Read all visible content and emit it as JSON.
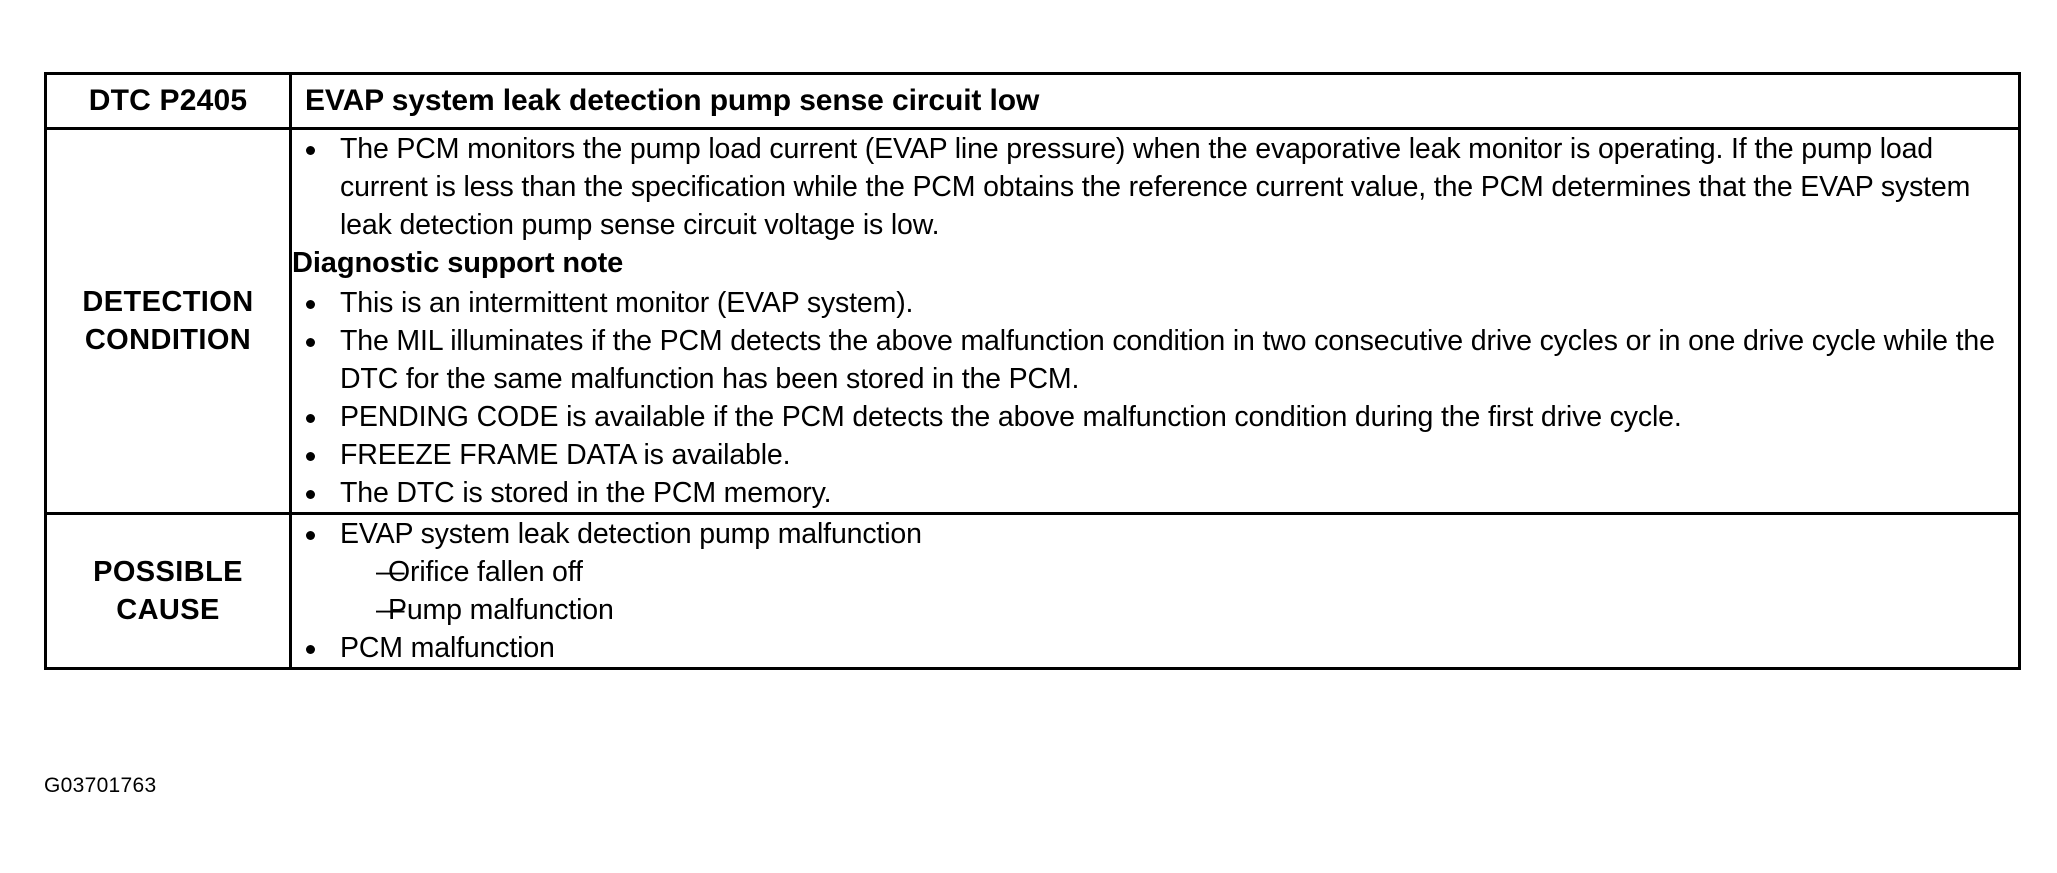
{
  "document": {
    "scan_code": "G03701763"
  },
  "table": {
    "header": {
      "code_label": "DTC P2405",
      "title": "EVAP system leak detection pump sense circuit low"
    },
    "rows": [
      {
        "label": "DETECTION\nCONDITION",
        "label_line1": "DETECTION",
        "label_line2": "CONDITION",
        "intro_bullets": [
          "The PCM monitors the pump load current (EVAP line pressure) when the evaporative leak monitor is operating. If the pump load current is less than the specification while the PCM obtains the reference current value, the PCM determines that the EVAP system leak detection pump sense circuit voltage is low."
        ],
        "sub_heading": "Diagnostic support note",
        "note_bullets": [
          "This is an intermittent monitor (EVAP system).",
          "The MIL illuminates if the PCM detects the above malfunction condition in two consecutive drive cycles or in one drive cycle while the DTC for the same malfunction has been stored in the PCM.",
          "PENDING CODE is available if the PCM detects the above malfunction condition during the first drive cycle.",
          "FREEZE FRAME DATA is available.",
          "The DTC is stored in the PCM memory."
        ]
      },
      {
        "label_line1": "POSSIBLE",
        "label_line2": "CAUSE",
        "cause_bullets": [
          {
            "text": "EVAP system leak detection pump malfunction",
            "sub_items": [
              "Orifice fallen off",
              "Pump malfunction"
            ]
          },
          {
            "text": "PCM malfunction",
            "sub_items": []
          }
        ]
      }
    ]
  },
  "symbols": {
    "dash": "—"
  }
}
